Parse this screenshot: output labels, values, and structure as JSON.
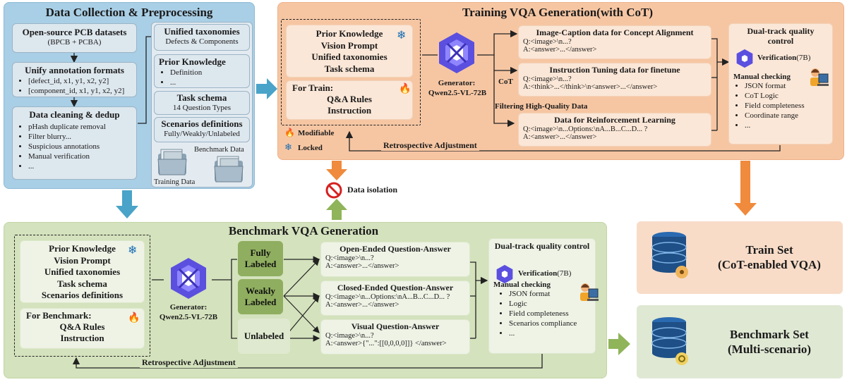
{
  "colors": {
    "blue": "#a9cfe6",
    "orange": "#f6c6a3",
    "green": "#d4e2bd",
    "arrow_blue": "#4aa3c8",
    "arrow_orange": "#f08a3c",
    "arrow_green": "#8fb45a",
    "db": "#1e4f86"
  },
  "collection": {
    "title": "Data Collection & Preprocessing",
    "datasets": {
      "title": "Open-source PCB datasets",
      "sub": "(BPCB + PCBA)"
    },
    "unify": {
      "title": "Unify annotation formats",
      "items": [
        "[defect_id, x1, y1, x2, y2]",
        "[component_id, x1, y1, x2, y2]"
      ]
    },
    "cleaning": {
      "title": "Data cleaning & dedup",
      "items": [
        "pHash duplicate removal",
        "Filter blurry...",
        "Suspicious annotations",
        "Manual verification",
        "..."
      ]
    },
    "taxonomies": {
      "title": "Unified taxonomies",
      "sub": "Defects & Components"
    },
    "prior": {
      "title": "Prior Knowledge",
      "items": [
        "Definition",
        "..."
      ]
    },
    "schema": {
      "title": "Task schema",
      "sub": "14 Question Types"
    },
    "scenarios": {
      "title": "Scenarios definitions",
      "sub": "Fully/Weakly/Unlabeled"
    },
    "benchmark_data": "Benchmark Data",
    "training_data": "Training Data"
  },
  "training": {
    "title": "Training VQA Generation(with CoT)",
    "prompt_lines": [
      "Prior Knowledge",
      "Vision Prompt",
      "Unified taxonomies",
      "Task schema"
    ],
    "for_train": {
      "title": "For Train:",
      "lines": [
        "Q&A Rules",
        "Instruction"
      ]
    },
    "legend": {
      "modifiable": "Modifiable",
      "locked": "Locked"
    },
    "generator": {
      "label": "Generator:",
      "model": "Qwen2.5-VL-72B"
    },
    "cot": "CoT",
    "filtering": "Filtering High-Quality Data",
    "outputs": [
      {
        "title": "Image-Caption data for Concept Alignment",
        "q": "Q:<image>\\n...?",
        "a": "A:<answer>...</answer>"
      },
      {
        "title": "Instruction Tuning data for finetune",
        "q": "Q:<image>\\n...?",
        "a": "A:<think>...</think>\\n<answer>...</answer>"
      },
      {
        "title": "Data for Reinforcement Learning",
        "q": "Q:<image>\\n...Options:\\nA...B...C...D... ?",
        "a": "A:<answer>...</answer>"
      }
    ],
    "retro": "Retrospective Adjustment",
    "quality": {
      "title": "Dual-track quality control",
      "verification": "Verification",
      "ver_size": "(7B)",
      "manual": "Manual checking",
      "items": [
        "JSON format",
        "CoT Logic",
        "Field completeness",
        "Coordinate range",
        "..."
      ]
    }
  },
  "isolation": "Data isolation",
  "benchmark": {
    "title": "Benchmark VQA Generation",
    "prompt_lines": [
      "Prior Knowledge",
      "Vision Prompt",
      "Unified taxonomies",
      "Task schema",
      "Scenarios definitions"
    ],
    "for_bench": {
      "title": "For Benchmark:",
      "lines": [
        "Q&A Rules",
        "Instruction"
      ]
    },
    "generator": {
      "label": "Generator:",
      "model": "Qwen2.5-VL-72B"
    },
    "labels": [
      "Fully Labeled",
      "Weakly Labeled",
      "Unlabeled"
    ],
    "outputs": [
      {
        "title": "Open-Ended Question-Answer",
        "q": "Q:<image>\\n...?",
        "a": "A:<answer>...</answer>"
      },
      {
        "title": "Closed-Ended Question-Answer",
        "q": "Q:<image>\\n...Options:\\nA...B...C...D... ?",
        "a": "A:<answer>...</answer>"
      },
      {
        "title": "Visual Question-Answer",
        "q": "Q:<image>\\n...?",
        "a": "A:<answer>{\"...\":[[0,0,0,0]]} </answer>"
      }
    ],
    "retro": "Retrospective Adjustment",
    "quality": {
      "title": "Dual-track quality control",
      "verification": "Verification",
      "ver_size": "(7B)",
      "manual": "Manual checking",
      "items": [
        "JSON format",
        "Logic",
        "Field completeness",
        "Scenarios compliance",
        "..."
      ]
    }
  },
  "train_set": {
    "title": "Train Set",
    "sub": "(CoT-enabled VQA)"
  },
  "bench_set": {
    "title": "Benchmark Set",
    "sub": "(Multi-scenario)"
  }
}
